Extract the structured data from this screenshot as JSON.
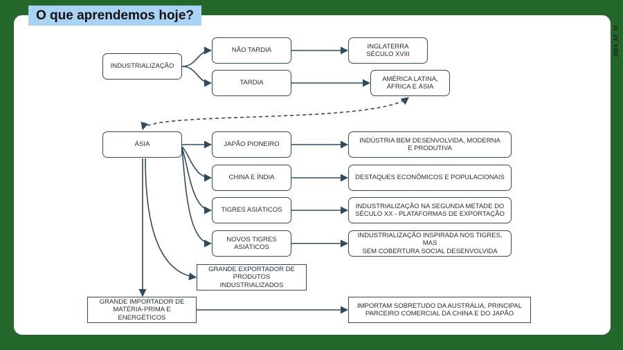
{
  "header": {
    "title": "O que aprendemos hoje?",
    "code": "2024_AF_VI"
  },
  "nodes": {
    "industrializacao": "INDUSTRIALIZAÇÃO",
    "nao_tardia": "NÃO TARDIA",
    "tardia": "TARDIA",
    "inglaterra": "INGLATERRA\nSÉCULO XVIII",
    "america_latina": "AMÉRICA LATINA,\nÁFRICA E ÁSIA",
    "asia": "ÁSIA",
    "japao": "JAPÃO PIONEIRO",
    "china_india": "CHINA E ÍNDIA",
    "tigres": "TIGRES ASIÁTICOS",
    "novos_tigres": "NOVOS TIGRES\nASIÁTICOS",
    "japao_desc": "INDÚSTRIA BEM DESENVOLVIDA, MODERNA\nE PRODUTIVA",
    "china_desc": "DESTAQUES ECONÔMICOS E POPULACIONAIS",
    "tigres_desc": "INDUSTRIALIZAÇÃO NA SEGUNDA METADE DO\nSÉCULO XX - PLATAFORMAS DE EXPORTAÇÃO",
    "novos_desc": "INDUSTRIALIZAÇÃO INSPIRADA NOS TIGRES, MAS\nSEM COBERTURA SOCIAL DESENVOLVIDA",
    "exportador": "GRANDE EXPORTADOR DE\nPRODUTOS INDUSTRIALIZADOS",
    "importador": "GRANDE IMPORTADOR DE\nMATÉRIA-PRIMA E ENERGÉTICOS",
    "importam": "IMPORTAM SOBRETUDO DA AUSTRÁLIA, PRINCIPAL\nPARCEIRO COMERCIAL DA CHINA E DO JAPÃO"
  }
}
